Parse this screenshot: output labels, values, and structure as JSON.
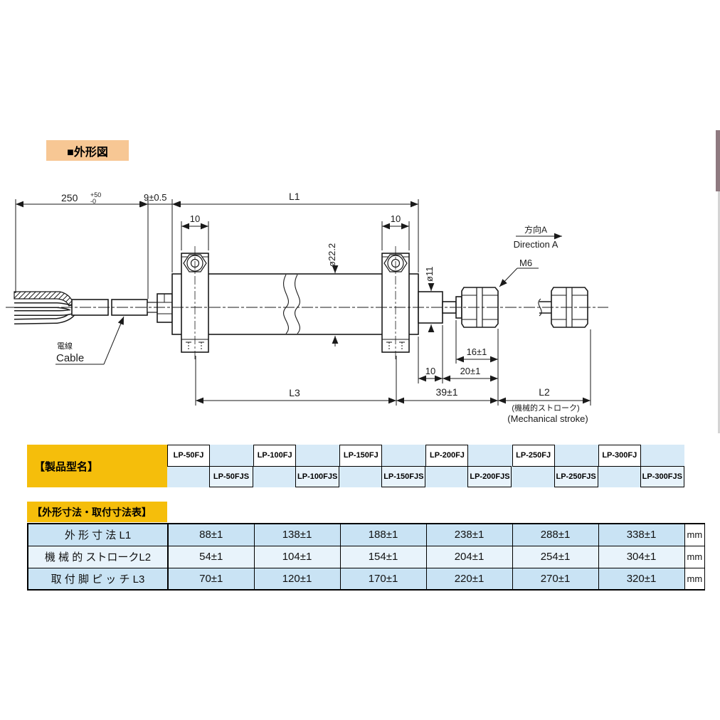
{
  "page": {
    "title": "■外形図"
  },
  "drawing": {
    "dims": {
      "cable_length": "250",
      "cable_tol_plus": "+50",
      "cable_tol_minus": "-0",
      "neck": "9±0.5",
      "l1": "L1",
      "foot_width_left": "10",
      "foot_width_right": "10",
      "body_dia": "ø22.2",
      "rod_dia": "ø11",
      "thread": "M6",
      "nut_length": "16±1",
      "step_length": "10",
      "rod_length": "20±1",
      "l3": "L3",
      "clamp_to_tip": "39±1",
      "l2": "L2"
    },
    "labels": {
      "direction_jp": "方向A",
      "direction_en": "Direction A",
      "cable_jp": "電線",
      "cable_en": "Cable",
      "stroke_jp": "(機械的ストローク)",
      "stroke_en": "(Mechanical stroke)"
    }
  },
  "model_table": {
    "header": "【製品型名】",
    "models": [
      {
        "fj": "LP-50FJ",
        "fjs": "LP-50FJS"
      },
      {
        "fj": "LP-100FJ",
        "fjs": "LP-100FJS"
      },
      {
        "fj": "LP-150FJ",
        "fjs": "LP-150FJS"
      },
      {
        "fj": "LP-200FJ",
        "fjs": "LP-200FJS"
      },
      {
        "fj": "LP-250FJ",
        "fjs": "LP-250FJS"
      },
      {
        "fj": "LP-300FJ",
        "fjs": "LP-300FJS"
      }
    ]
  },
  "dim_table": {
    "header": "【外形寸法・取付寸法表】",
    "rows": [
      {
        "label": "外 形 寸 法 L1",
        "values": [
          "88±1",
          "138±1",
          "188±1",
          "238±1",
          "288±1",
          "338±1"
        ],
        "unit": "mm"
      },
      {
        "label": "機 械 的 ストロークL2",
        "values": [
          "54±1",
          "104±1",
          "154±1",
          "204±1",
          "254±1",
          "304±1"
        ],
        "unit": "mm"
      },
      {
        "label": "取 付 脚 ピ ッ チ L3",
        "values": [
          "70±1",
          "120±1",
          "170±1",
          "220±1",
          "270±1",
          "320±1"
        ],
        "unit": "mm"
      }
    ]
  },
  "colors": {
    "accent_gold": "#F5BE0B",
    "header_peach": "#F7C794",
    "table_blue_dark": "#C9E3F4",
    "table_blue_light": "#E8F3FB",
    "line": "#1a1a1a"
  }
}
